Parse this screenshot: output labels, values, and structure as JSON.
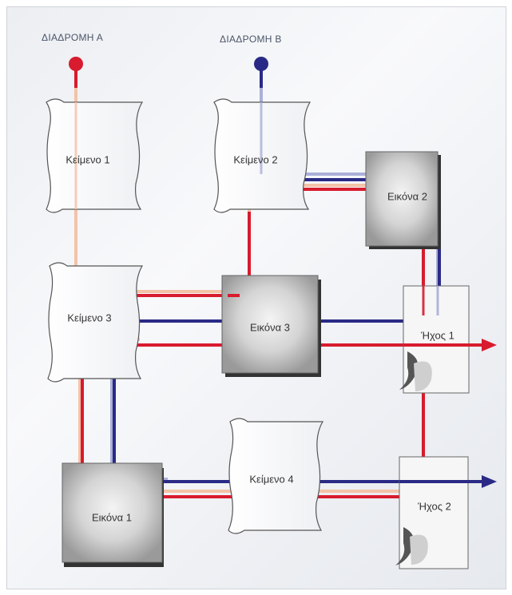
{
  "routes": {
    "a": {
      "label": "ΔΙΑΔΡΟΜΗ Α",
      "color": "#d81b2e"
    },
    "b": {
      "label": "ΔΙΑΔΡΟΜΗ Β",
      "color": "#2a2a86"
    }
  },
  "colors": {
    "route_a": "#d81b2e",
    "route_b": "#2a2a86",
    "route_pale": "#f3c3a8",
    "route_b_pale": "#aab0d8"
  },
  "nodes": {
    "text1": "Κείμενο 1",
    "text2": "Κείμενο 2",
    "text3": "Κείμενο 3",
    "text4": "Κείμενο 4",
    "image1": "Εικόνα 1",
    "image2": "Εικόνα 2",
    "image3": "Εικόνα 3",
    "sound1": "Ήχος 1",
    "sound2": "Ήχος 2"
  },
  "icons": [
    "scroll-icon",
    "image-icon",
    "sound-icon"
  ]
}
